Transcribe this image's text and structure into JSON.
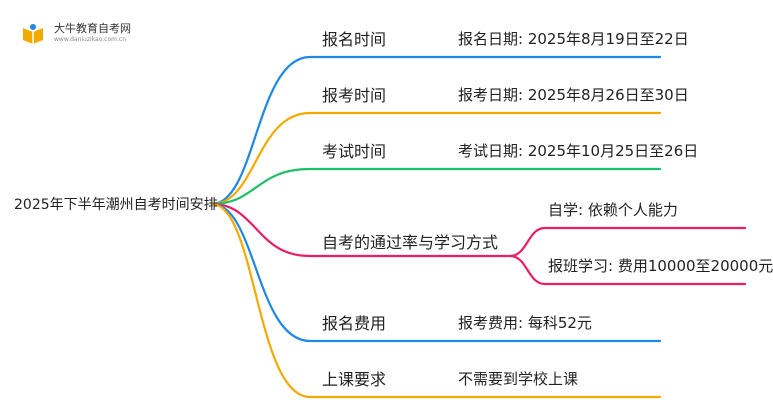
{
  "logo": {
    "name": "大牛教育自考网",
    "url": "www.daniuzikao.com.cn"
  },
  "root": "2025年下半年潮州自考时间安排",
  "branches": [
    {
      "label": "报名时间",
      "color": "#1e88e5",
      "leaves": [
        "报名日期: 2025年8月19日至22日"
      ]
    },
    {
      "label": "报考时间",
      "color": "#f2a900",
      "leaves": [
        "报考日期: 2025年8月26日至30日"
      ]
    },
    {
      "label": "考试时间",
      "color": "#1fbf6c",
      "leaves": [
        "考试日期: 2025年10月25日至26日"
      ]
    },
    {
      "label": "自考的通过率与学习方式",
      "color": "#e91e63",
      "leaves": [
        "自学: 依赖个人能力",
        "报班学习: 费用10000至20000元"
      ]
    },
    {
      "label": "报名费用",
      "color": "#1e88e5",
      "leaves": [
        "报考费用: 每科52元"
      ]
    },
    {
      "label": "上课要求",
      "color": "#f2a900",
      "leaves": [
        "不需要到学校上课"
      ]
    }
  ]
}
